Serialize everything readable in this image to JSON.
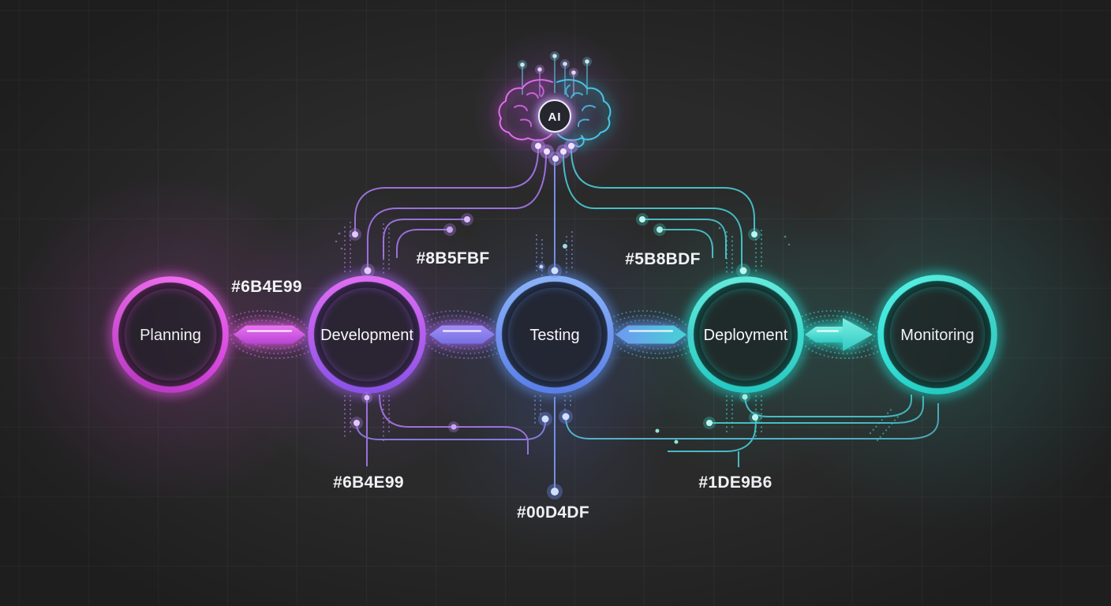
{
  "diagram": {
    "ai_node": {
      "label": "AI",
      "icon": "brain-icon"
    },
    "stages": [
      {
        "label": "Planning",
        "color": "#E455E8"
      },
      {
        "label": "Development",
        "color": "#A95CEB"
      },
      {
        "label": "Testing",
        "color": "#6A8FF0"
      },
      {
        "label": "Deployment",
        "color": "#2FD9CB"
      },
      {
        "label": "Monitoring",
        "color": "#35E6D9"
      }
    ],
    "connection_labels": {
      "top": [
        "#6B4E99",
        "#8B5FBF",
        "#5B8BDF"
      ],
      "bottom": [
        "#6B4E99",
        "#00D4DF",
        "#1DE9B6"
      ]
    },
    "accent_colors": {
      "magenta": "#E052E0",
      "purple": "#8B5FBF",
      "blue": "#5B8BDF",
      "cyan": "#00D4DF",
      "teal": "#1DE9B6"
    },
    "background": "#2A2A2A"
  }
}
